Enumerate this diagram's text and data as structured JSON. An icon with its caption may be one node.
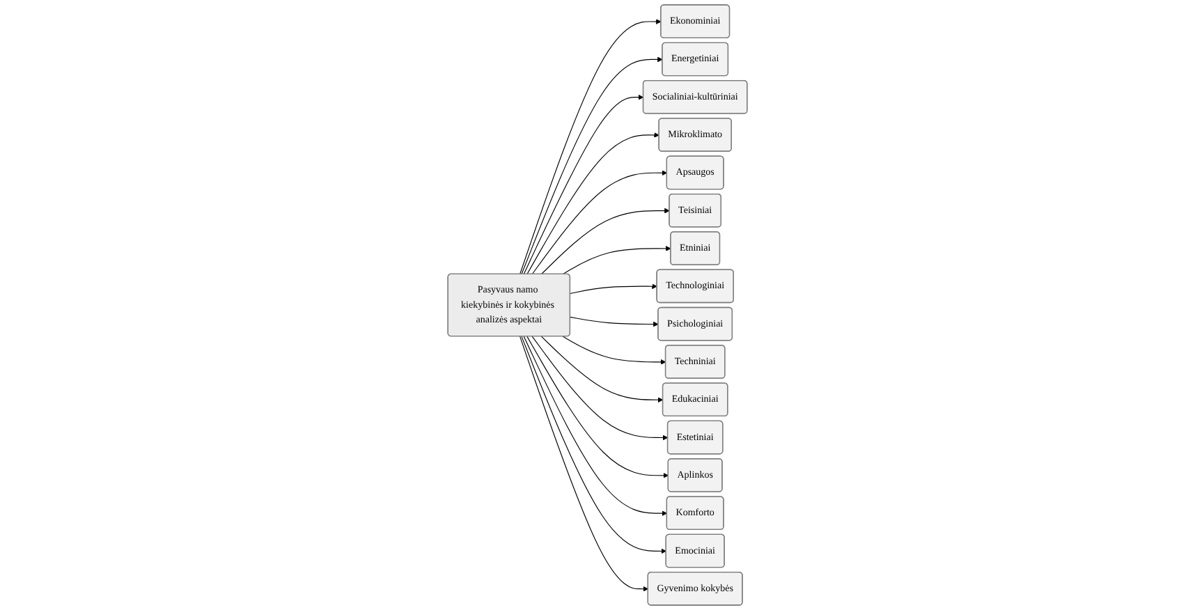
{
  "diagram": {
    "nodes": [
      {
        "text": [
          "Ekonominiai"
        ]
      },
      {
        "text": [
          "Energetiniai"
        ]
      },
      {
        "text": [
          "Socialiniai-kultūriniai"
        ]
      },
      {
        "text": [
          "Mikroklimato"
        ]
      },
      {
        "text": [
          "Apsaugos"
        ]
      },
      {
        "text": [
          "Teisiniai"
        ]
      },
      {
        "text": [
          "Pasyvaus namo kiekybinės ir kokybinės analizės aspektai"
        ]
      },
      {
        "text": [
          "Etniniai"
        ]
      },
      {
        "text": [
          "Technologiniai"
        ]
      },
      {
        "text": [
          "Psichologiniai"
        ]
      },
      {
        "text": [
          "Techniniai"
        ]
      },
      {
        "text": [
          "Edukaciniai"
        ]
      },
      {
        "text": [
          "Estetiniai"
        ]
      },
      {
        "text": [
          "Aplinkos"
        ]
      },
      {
        "text": [
          "Komforto"
        ]
      },
      {
        "text": [
          "Emociniai"
        ]
      },
      {
        "text": [
          "Gyvenimo kokybės"
        ]
      }
    ],
    "edges": [
      {
        "from": 6,
        "to": 0,
        "arrow": "to"
      },
      {
        "from": 6,
        "to": 1,
        "arrow": "to"
      },
      {
        "from": 6,
        "to": 2,
        "arrow": "to"
      },
      {
        "from": 6,
        "to": 3,
        "arrow": "to"
      },
      {
        "from": 6,
        "to": 4,
        "arrow": "to"
      },
      {
        "from": 6,
        "to": 5,
        "arrow": "to"
      },
      {
        "from": 6,
        "to": 7,
        "arrow": "to"
      },
      {
        "from": 6,
        "to": 8,
        "arrow": "to"
      },
      {
        "from": 6,
        "to": 9,
        "arrow": "to"
      },
      {
        "from": 6,
        "to": 10,
        "arrow": "to"
      },
      {
        "from": 6,
        "to": 11,
        "arrow": "to"
      },
      {
        "from": 6,
        "to": 12,
        "arrow": "to"
      },
      {
        "from": 6,
        "to": 13,
        "arrow": "to"
      },
      {
        "from": 6,
        "to": 14,
        "arrow": "to"
      },
      {
        "from": 6,
        "to": 15,
        "arrow": "to"
      },
      {
        "from": 6,
        "to": 16,
        "arrow": "to"
      }
    ]
  }
}
